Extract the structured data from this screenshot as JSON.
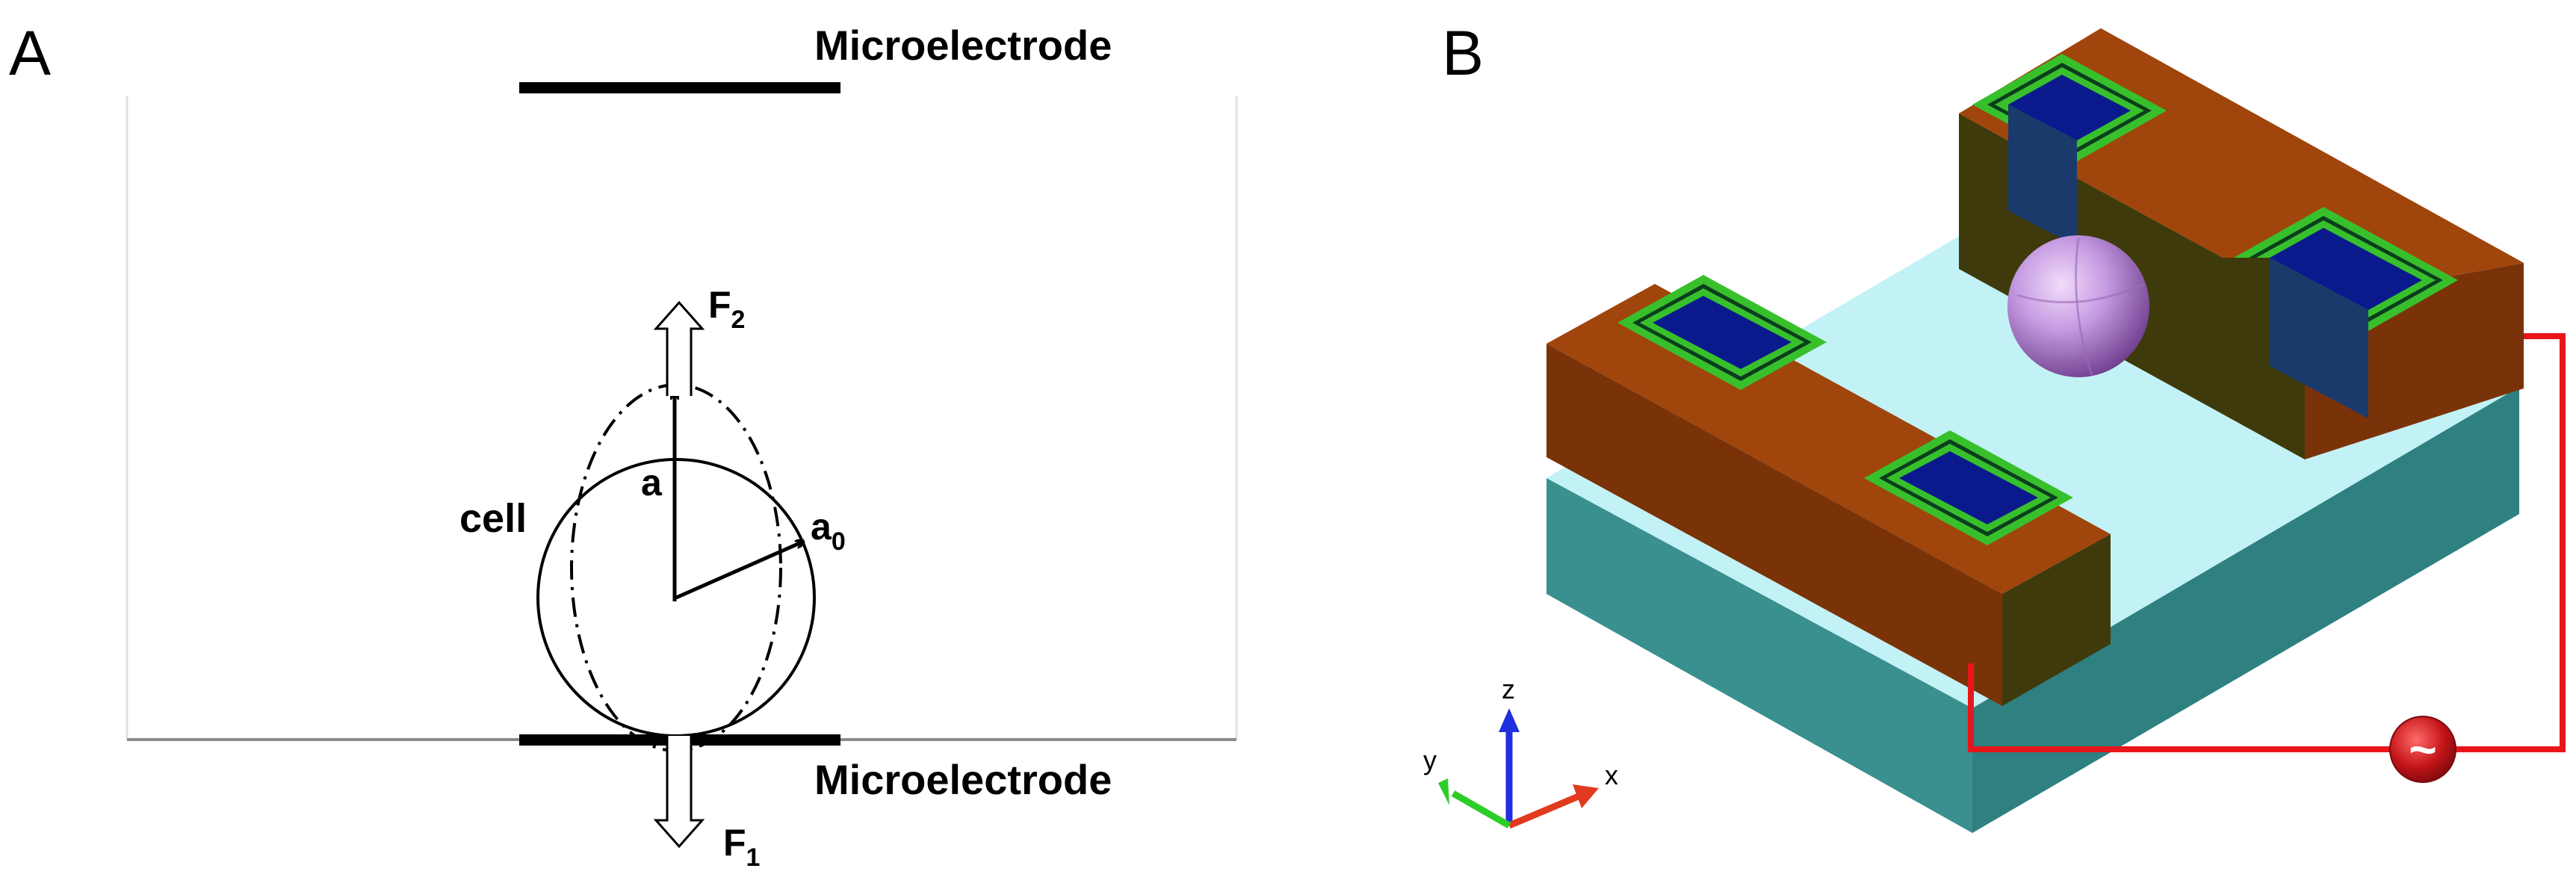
{
  "panel_a": {
    "label": "A",
    "top_electrode_label": "Microelectrode",
    "bottom_electrode_label": "Microelectrode",
    "cell_label": "cell",
    "radius_deformed_label": "a",
    "radius_initial_base": "a",
    "radius_initial_sub": "0",
    "force_up_base": "F",
    "force_up_sub": "2",
    "force_down_base": "F",
    "force_down_sub": "1"
  },
  "panel_b": {
    "label": "B",
    "axes": {
      "x": "x",
      "y": "y",
      "z": "z"
    },
    "source_symbol": "~",
    "colors": {
      "electrode_body": "#a0450c",
      "electrode_dark": "#7a3309",
      "electrode_side": "#3f3a0c",
      "pad_blue": "#0a1a8c",
      "pad_green": "#38c02c",
      "substrate_top": "#c2f2f5",
      "substrate_side": "#3a8f8f",
      "sphere": "#c59be2",
      "wire": "#e8161b",
      "source": "#c41418"
    }
  }
}
